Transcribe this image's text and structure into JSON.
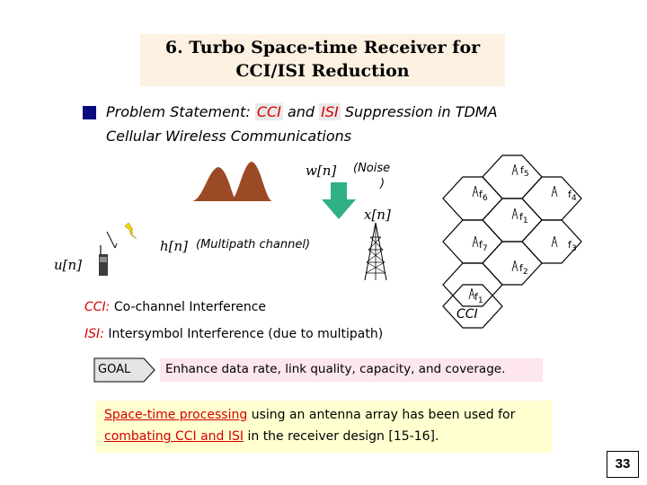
{
  "title": {
    "line1": "6. Turbo Space-time Receiver for",
    "line2": "CCI/ISI Reduction"
  },
  "problem": {
    "label": "Problem Statement:",
    "cci": "CCI",
    "and": "and",
    "isi": "ISI",
    "rest": "Suppression in TDMA",
    "line2": "Cellular Wireless Communications"
  },
  "diagram": {
    "noise_label": "(Noise",
    "noise_paren": ")",
    "w_label": "w[n]",
    "x_label": "x[n]",
    "h_label": "h[n]",
    "multipath_label": "(Multipath channel)",
    "u_label": "u[n]"
  },
  "cells": {
    "f1": "f",
    "f1_sub": "1",
    "f1_dup": "f",
    "f1_dup_sub": "1",
    "f2": "f",
    "f2_sub": "2",
    "f3": "f",
    "f3_sub": "3",
    "f4": "f",
    "f4_sub": "4",
    "f5": "f",
    "f5_sub": "5",
    "f6": "f",
    "f6_sub": "6",
    "f7": "f",
    "f7_sub": "7",
    "cci_label": "CCI"
  },
  "definitions": {
    "cci_term": "CCI:",
    "cci_text": "Co-channel Interference",
    "isi_term": "ISI:",
    "isi_text": "Intersymbol Interference (due to multipath)"
  },
  "goal": {
    "label": "GOAL",
    "text": "Enhance data rate, link quality, capacity, and coverage."
  },
  "bottom": {
    "line1_red": "Space-time processing",
    "line1_rest": " using an antenna array has been used for",
    "line2_red": "combating CCI and ISI",
    "line2_rest": " in the receiver design [15-16]."
  },
  "page_number": "33",
  "colors": {
    "accent_red": "#d40000",
    "bullet_navy": "#0a0a80",
    "mountain_brown": "#9b4a26",
    "arrow_green": "#2fb085"
  }
}
